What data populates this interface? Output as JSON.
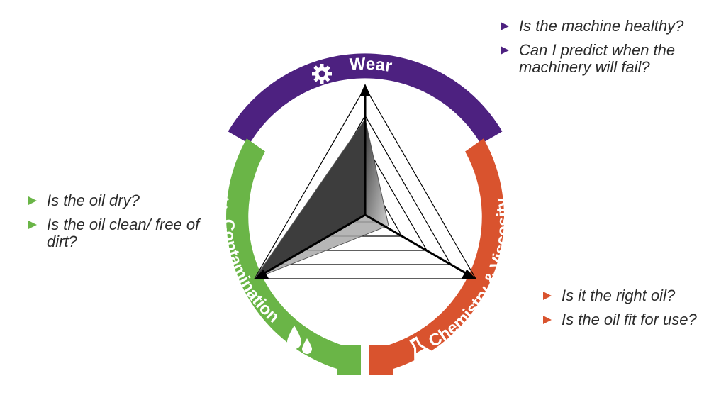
{
  "colors": {
    "wear": "#4d2180",
    "chemistry": "#d9532e",
    "contamination": "#6ab547"
  },
  "segments": {
    "wear": {
      "label": "Wear",
      "icon": "gear-icon"
    },
    "chemistry": {
      "label": "Chemistry & Viscosity",
      "icon": "flask-icon"
    },
    "contamination": {
      "label": "Contamination",
      "icon": "droplets-icon",
      "top_icon": "splash-icon"
    }
  },
  "questions": {
    "wear": [
      "Is the machine healthy?",
      "Can I predict when the machinery will fail?"
    ],
    "contamination": [
      "Is the oil dry?",
      "Is the oil clean/ free of dirt?"
    ],
    "chemistry": [
      "Is it the right oil?",
      "Is the oil fit for use?"
    ]
  }
}
